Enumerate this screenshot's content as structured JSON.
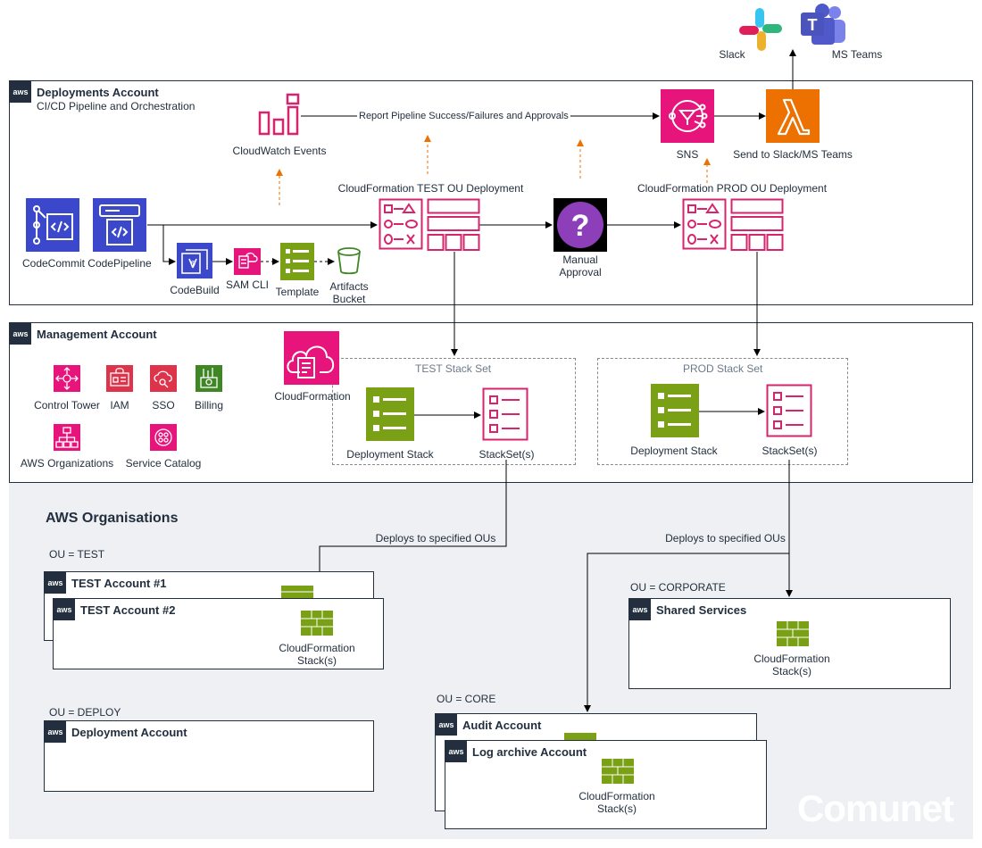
{
  "chat_icons": {
    "slack": "Slack",
    "teams": "MS Teams"
  },
  "deployments_account": {
    "title": "Deployments Account",
    "subtitle": "CI/CD Pipeline and Orchestration",
    "cloudwatch": "CloudWatch Events",
    "report_line": "Report Pipeline Success/Failures and Approvals",
    "sns": "SNS",
    "lambda": "Send to Slack/MS Teams",
    "test_cf": "CloudFormation TEST OU Deployment",
    "prod_cf": "CloudFormation PROD OU Deployment",
    "codecommit": "CodeCommit",
    "codepipeline": "CodePipeline",
    "codebuild": "CodeBuild",
    "samcli": "SAM CLI",
    "template": "Template",
    "artifacts_line1": "Artifacts",
    "artifacts_line2": "Bucket",
    "approval_line1": "Manual",
    "approval_line2": "Approval"
  },
  "management_account": {
    "title": "Management Account",
    "services": [
      "Control Tower",
      "IAM",
      "SSO",
      "Billing",
      "AWS Organizations",
      "Service Catalog"
    ],
    "cloudformation": "CloudFormation",
    "test_set": {
      "title": "TEST Stack Set",
      "deployment": "Deployment Stack",
      "stacksets": "StackSet(s)"
    },
    "prod_set": {
      "title": "PROD Stack Set",
      "deployment": "Deployment Stack",
      "stacksets": "StackSet(s)"
    }
  },
  "organisations": {
    "title": "AWS Organisations",
    "deploys_left": "Deploys to specified OUs",
    "deploys_right": "Deploys to specified OUs",
    "ou_test": "OU = TEST",
    "test1": "TEST Account #1",
    "test2": "TEST Account #2",
    "ou_deploy": "OU = DEPLOY",
    "deployment_account": "Deployment Account",
    "ou_corporate": "OU = CORPORATE",
    "shared_services": "Shared Services",
    "ou_core": "OU = CORE",
    "audit": "Audit Account",
    "log_archive": "Log archive Account",
    "cf_stack_line1": "CloudFormation",
    "cf_stack_line2": "Stack(s)",
    "aws_badge": "aws"
  },
  "watermark": "Comunet",
  "colors": {
    "pink": "#d6246e",
    "pink2": "#e7157b",
    "blue": "#3b48cc",
    "green": "#7aa116",
    "orange": "#ed7100",
    "red": "#dd344c",
    "purple": "#8c4fff",
    "dark": "#232f3e",
    "arrow_dashed": "#ed7100",
    "org_bg": "#eef0f3"
  }
}
